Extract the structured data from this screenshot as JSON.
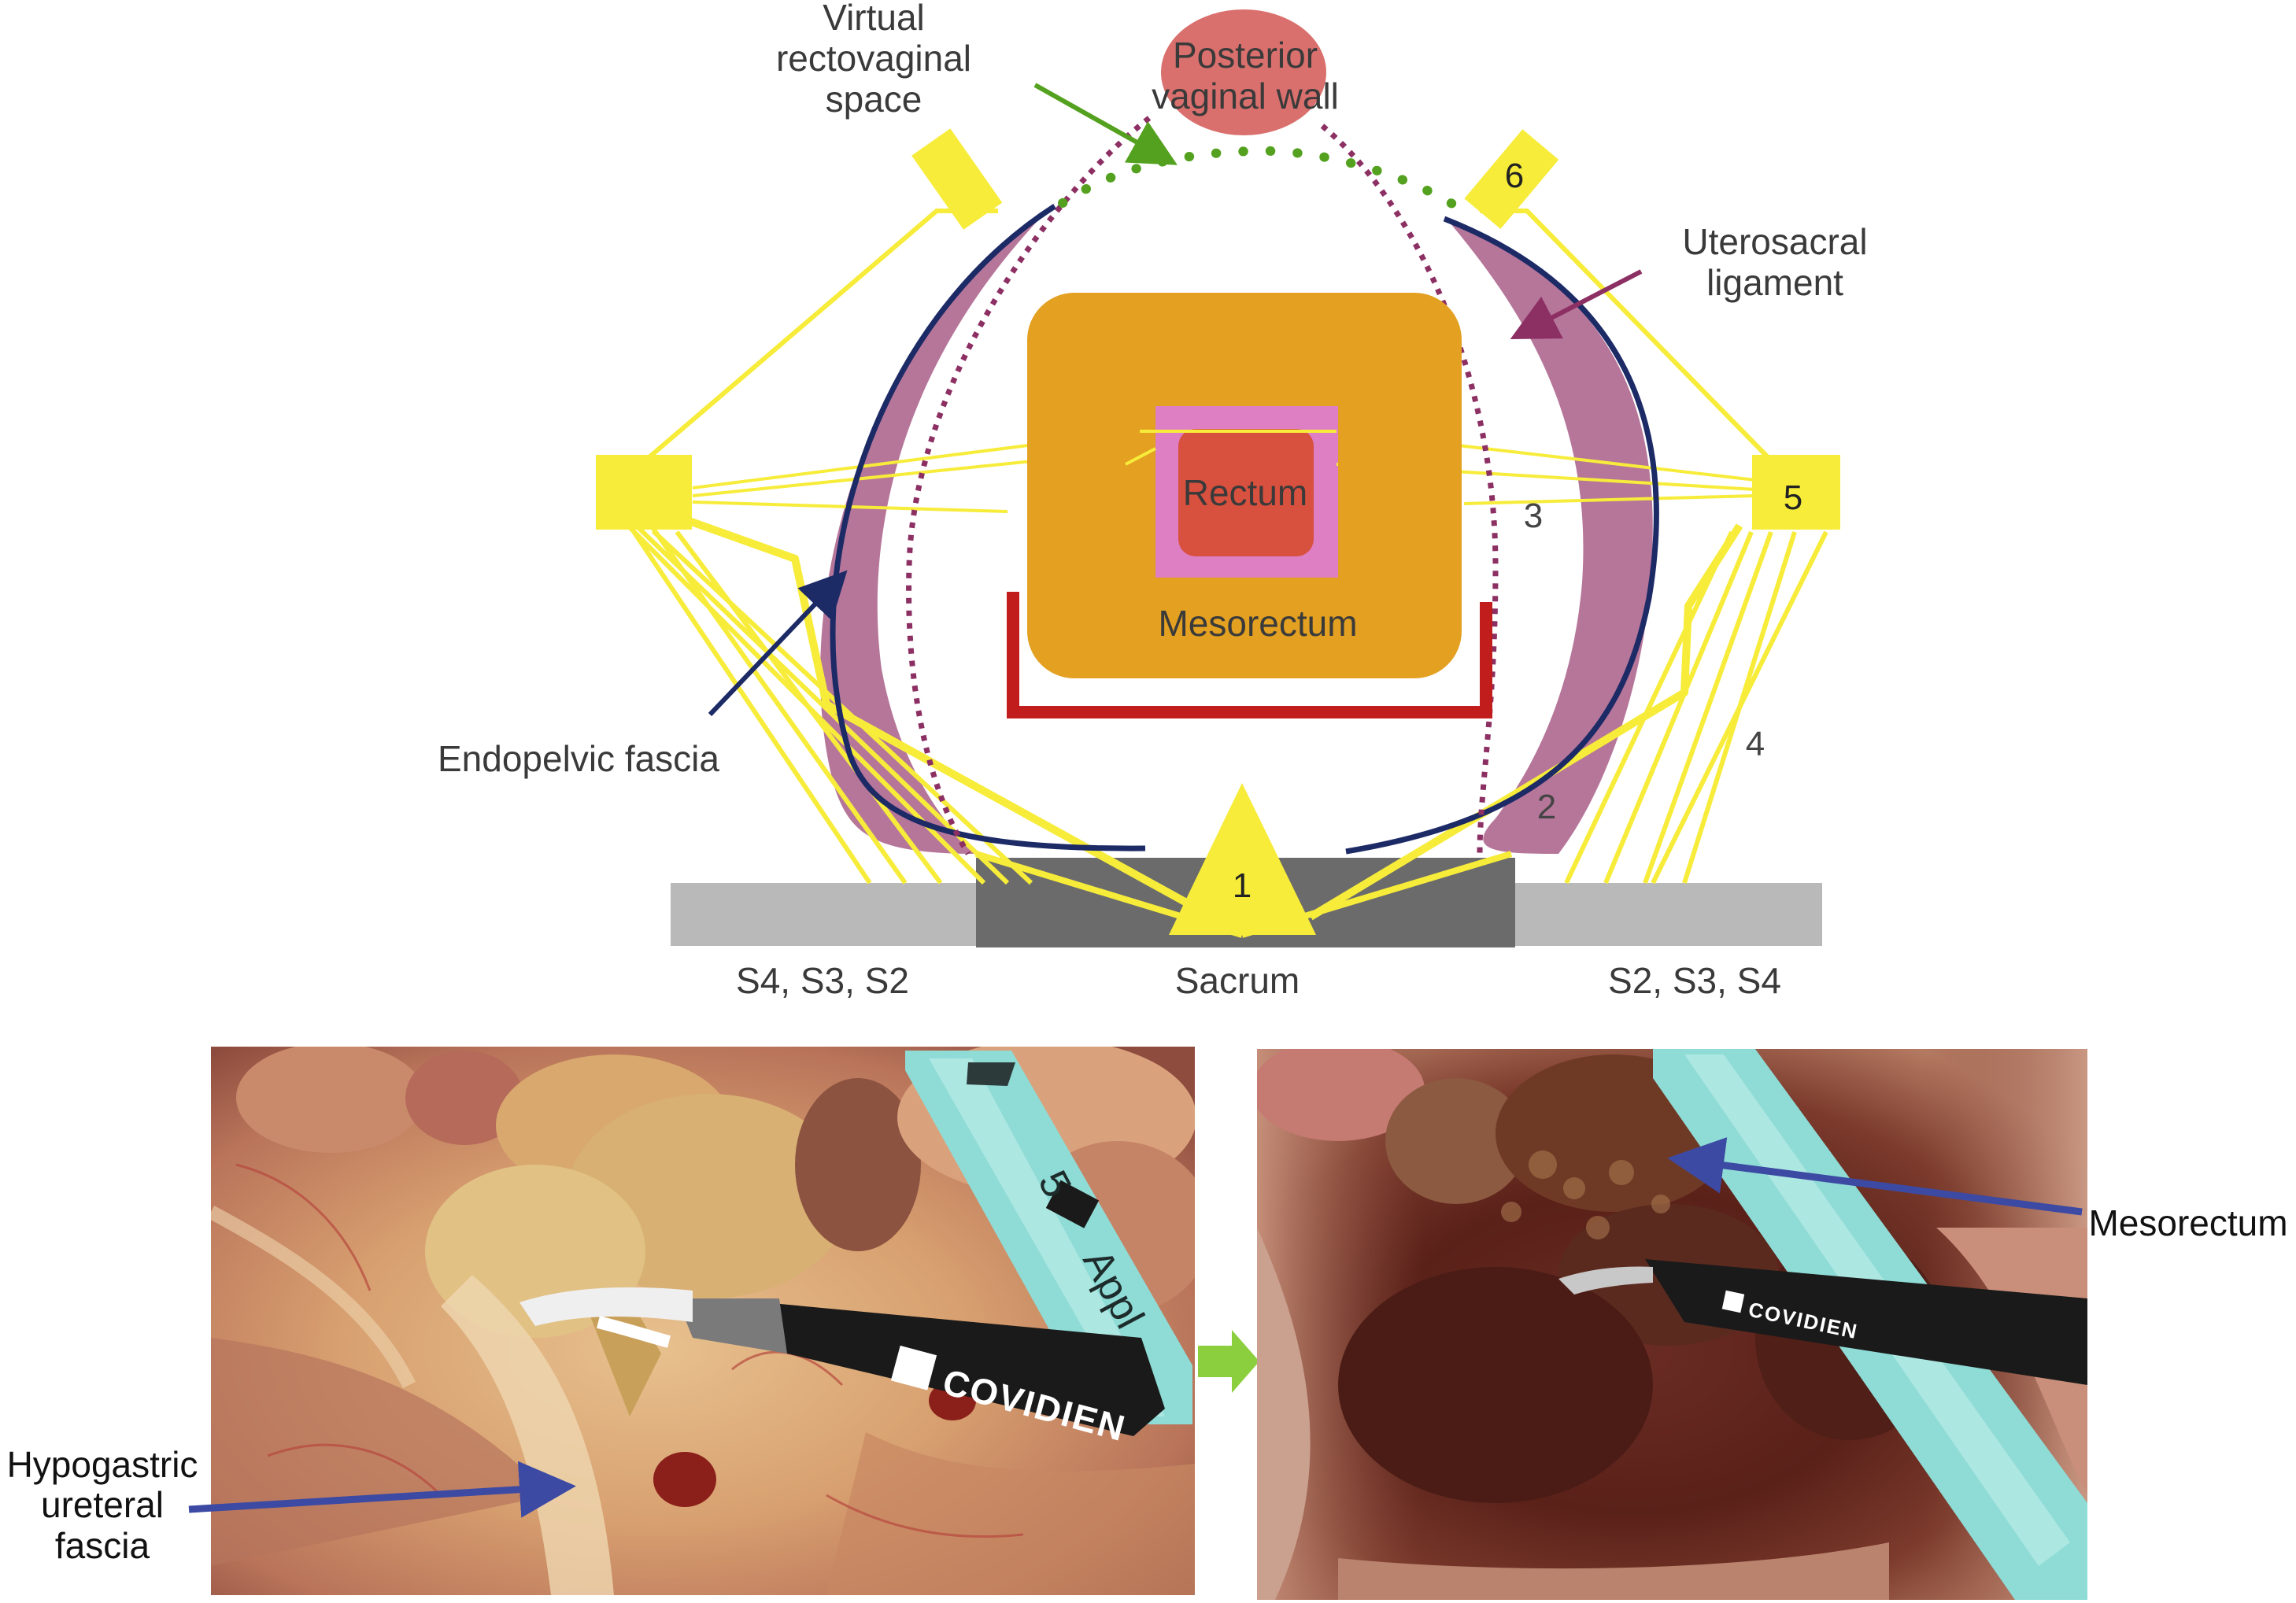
{
  "colors": {
    "yellow": "#f7ec3a",
    "mesorectum": "#e3a021",
    "rectum_outer": "#de7fc4",
    "rectum_inner": "#d8503e",
    "ligament": "#b6769a",
    "fascia": "#1c2a66",
    "dotted_wall": "#8c2f63",
    "green": "#54a11f",
    "blue_arrow": "#3d4aa3",
    "posterior_wall": "#d9706d",
    "sacrum_dark": "#6b6b6b",
    "sacrum_light": "#b9b9b9",
    "red_margin": "#c21d1d"
  },
  "labels": {
    "virtual_space": [
      "Virtual",
      "rectovaginal",
      "space"
    ],
    "posterior_wall": [
      "Posterior",
      "vaginal wall"
    ],
    "uterosacral": [
      "Uterosacral",
      "ligament"
    ],
    "rectum": "Rectum",
    "mesorectum": "Mesorectum",
    "endopelvic": "Endopelvic fascia",
    "sacrum": "Sacrum",
    "s_left": "S4, S3, S2",
    "s_right": "S2, S3, S4",
    "hypogastric": [
      "Hypogastric",
      "ureteral",
      "fascia"
    ],
    "mesorectum_photo": "Mesorectum"
  },
  "numbers": {
    "n1": "1",
    "n2": "2",
    "n3": "3",
    "n4": "4",
    "n5": "5",
    "n6": "6"
  },
  "photos": {
    "left_brand": "COVIDIEN",
    "left_tube_number": "5",
    "left_tube_text": "Appl",
    "right_brand": "COVIDIEN"
  }
}
